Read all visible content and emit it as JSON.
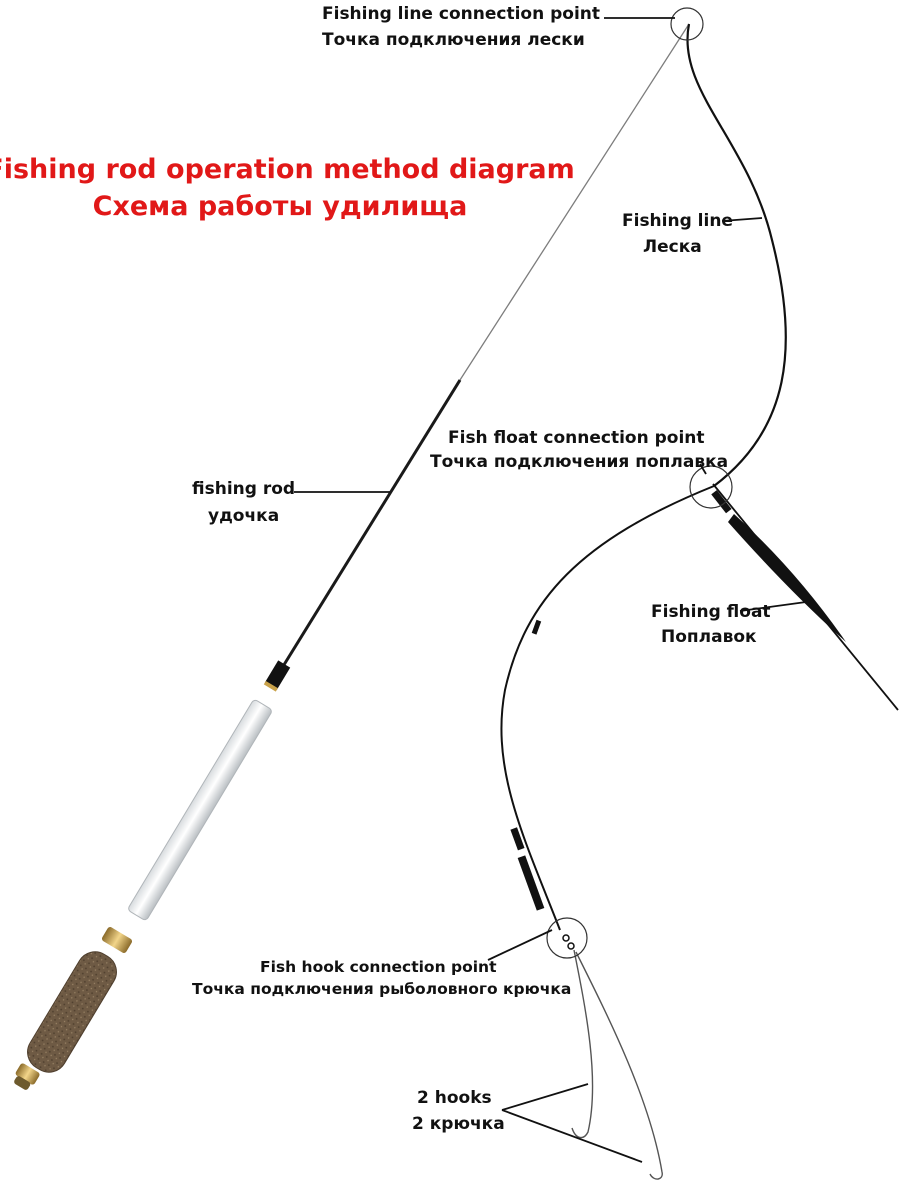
{
  "title": {
    "line1": "Fishing rod operation method diagram",
    "line2": "Схема работы удилища"
  },
  "labels": {
    "line_connection": {
      "en": "Fishing line connection point",
      "ru": "Точка подключения лески"
    },
    "fishing_line": {
      "en": "Fishing line",
      "ru": "Леска"
    },
    "float_connection": {
      "en": "Fish float connection point",
      "ru": "Точка подключения поплавка"
    },
    "fishing_rod": {
      "en": "fishing rod",
      "ru": "удочка"
    },
    "fishing_float": {
      "en": "Fishing float",
      "ru": "Поплавок"
    },
    "hook_connection": {
      "en": "Fish hook connection point",
      "ru": "Точка подключения рыболовного крючка"
    },
    "hooks": {
      "en": "2 hooks",
      "ru": "2 крючка"
    }
  },
  "colors": {
    "title": "#e11818",
    "label": "#111111",
    "rod": "#1a1a1a",
    "cork": "#6e5a44",
    "gold": "#c9a24a"
  }
}
